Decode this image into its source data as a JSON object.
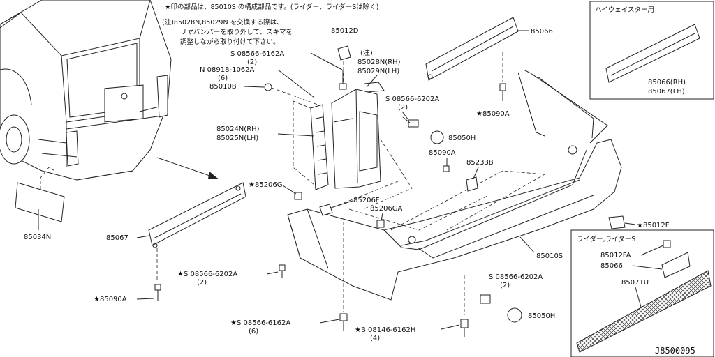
{
  "notes": {
    "star_note": "★印の部品は、85010S の構成部品です。(ライダー、ライダーSは除く)",
    "note1": "(注)85028N,85029N を交換する際は、",
    "note2": "リヤバンパーを取り外して、スキマを",
    "note3": "調整しながら取り付けて下さい。"
  },
  "panels": {
    "highway_star": "ハイウェイスター用",
    "rider": "ライダー,ライダーS"
  },
  "labels": {
    "p85012D": "85012D",
    "p85066_main": "85066",
    "s08566_6162A_top": "S 08566-6162A",
    "s08566_6162A_top_qty": "(2)",
    "n08918_1062A": "N 08918-1062A",
    "n08918_1062A_qty": "(6)",
    "p85010B": "85010B",
    "note_mark": "(注)",
    "p85028N": "85028N(RH)",
    "p85029N": "85029N(LH)",
    "s08566_6202A_mid": "S 08566-6202A",
    "s08566_6202A_mid_qty": "(2)",
    "p85090A_star_right": "★85090A",
    "p85024N": "85024N(RH)",
    "p85025N": "85025N(LH)",
    "p85050H_mid": "85050H",
    "p85090A_mid": "85090A",
    "p85233B": "85233B",
    "p85206G_star": "★85206G",
    "p85206F": "85206F",
    "p85206GA": "85206GA",
    "p85034N": "85034N",
    "p85067": "85067",
    "s08566_6202A_left": "★S 08566-6202A",
    "s08566_6202A_left_qty": "(2)",
    "p85090A_star_left": "★85090A",
    "p85012F_star": "★85012F",
    "p85010S": "85010S",
    "s08566_6202A_bottom": "S 08566-6202A",
    "s08566_6202A_bottom_qty": "(2)",
    "p85050H_bottom": "85050H",
    "s08566_6162A_bottom": "★S 08566-6162A",
    "s08566_6162A_bottom_qty": "(6)",
    "b08146_6162H": "★B 08146-6162H",
    "b08146_6162H_qty": "(4)",
    "hs_85066": "85066(RH)",
    "hs_85067": "85067(LH)",
    "r_85012FA": "85012FA",
    "r_85066": "85066",
    "r_85071U": "85071U"
  },
  "diagram_ref": "J8500095"
}
